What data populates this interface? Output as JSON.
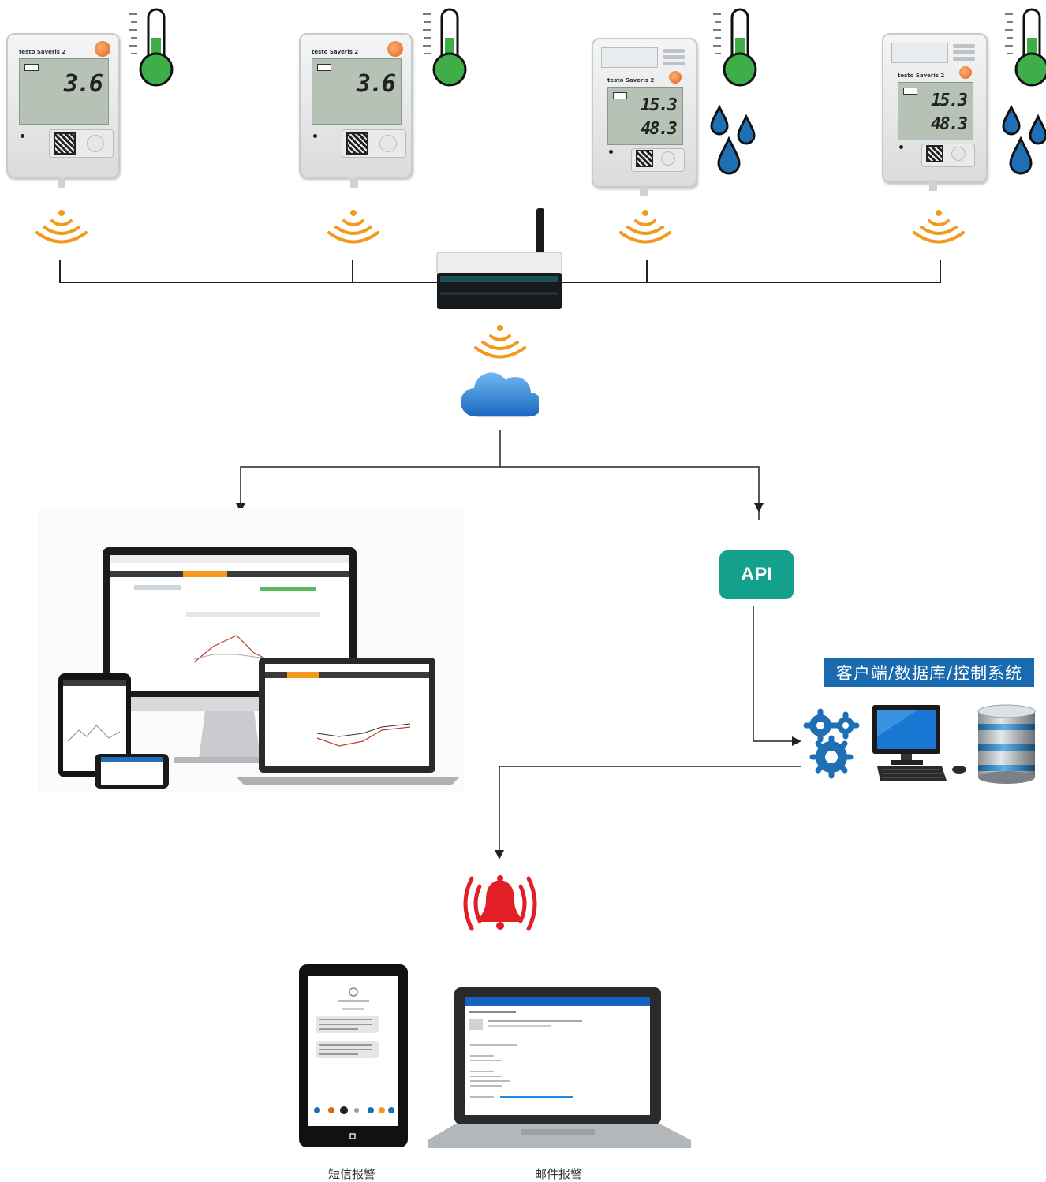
{
  "devices": [
    {
      "brand": "testo Saveris 2",
      "temp": "3.6",
      "temp_unit": "°",
      "humidity": "",
      "type": "temperature"
    },
    {
      "brand": "testo Saveris 2",
      "temp": "3.6",
      "temp_unit": "°",
      "humidity": "",
      "type": "temperature"
    },
    {
      "brand": "testo Saveris 2",
      "temp": "15.3",
      "temp_unit": "°",
      "humidity": "48.3",
      "humidity_unit": "%",
      "type": "temperature-humidity"
    },
    {
      "brand": "testo Saveris 2",
      "temp": "15.3",
      "temp_unit": "°",
      "humidity": "48.3",
      "humidity_unit": "%",
      "type": "temperature-humidity"
    }
  ],
  "api_label": "API",
  "systems_label": "客户端/数据库/控制系统",
  "captions": {
    "sms_alarm": "短信报警",
    "email_alarm": "邮件报警"
  },
  "icons": [
    "thermometer-icon",
    "water-drops-icon",
    "wifi-signal-icon",
    "router-icon",
    "cloud-icon",
    "gears-icon",
    "computer-icon",
    "database-icon",
    "alarm-bell-icon"
  ],
  "colors": {
    "wifi_orange": "#f39a1e",
    "thermo_green": "#3fae49",
    "drop_blue": "#1f6fb5",
    "cloud_blue": "#2a86d8",
    "api_teal": "#13a18d",
    "systems_blue": "#1a6ab0",
    "alarm_red": "#e21e26"
  }
}
